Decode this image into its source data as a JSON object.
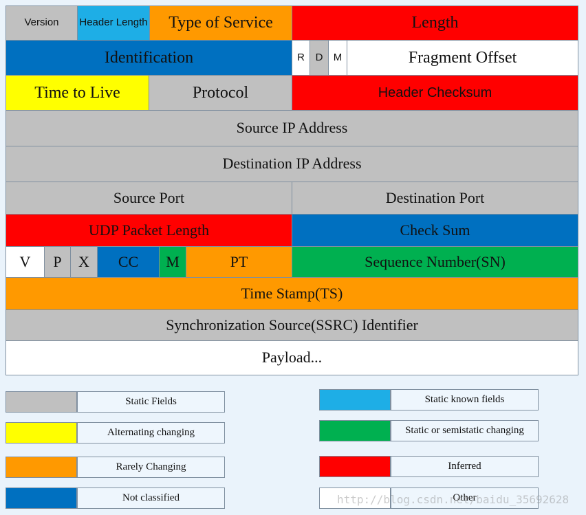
{
  "colors": {
    "gray": "#c0c0c0",
    "light_blue": "#1eaee6",
    "orange": "#ff9900",
    "red": "#ff0000",
    "blue": "#0070c0",
    "yellow": "#ffff00",
    "green": "#00b050",
    "white": "#ffffff"
  },
  "fields": {
    "version": "Version",
    "header_length": "Header Length",
    "type_of_service": "Type of Service",
    "length": "Length",
    "identification": "Identification",
    "flag_r": "R",
    "flag_d": "D",
    "flag_m": "M",
    "fragment_offset": "Fragment Offset",
    "time_to_live": "Time to Live",
    "protocol": "Protocol",
    "header_checksum": "Header Checksum",
    "source_ip": "Source IP Address",
    "destination_ip": "Destination IP Address",
    "source_port": "Source Port",
    "destination_port": "Destination Port",
    "udp_packet_length": "UDP Packet Length",
    "check_sum": "Check Sum",
    "rtp_v": "V",
    "rtp_p": "P",
    "rtp_x": "X",
    "rtp_cc": "CC",
    "rtp_m": "M",
    "rtp_pt": "PT",
    "sequence_number": "Sequence Number(SN)",
    "time_stamp": "Time Stamp(TS)",
    "ssrc": "Synchronization Source(SSRC) Identifier",
    "payload": "Payload..."
  },
  "legend": {
    "static_fields": "Static Fields",
    "static_known": "Static known fields",
    "alternating": "Alternating changing",
    "semistatic": "Static or semistatic changing",
    "rarely": "Rarely Changing",
    "inferred": "Inferred",
    "not_classified": "Not classified",
    "other": "Other"
  },
  "watermark": "http://blog.csdn.net/baidu_35692628"
}
